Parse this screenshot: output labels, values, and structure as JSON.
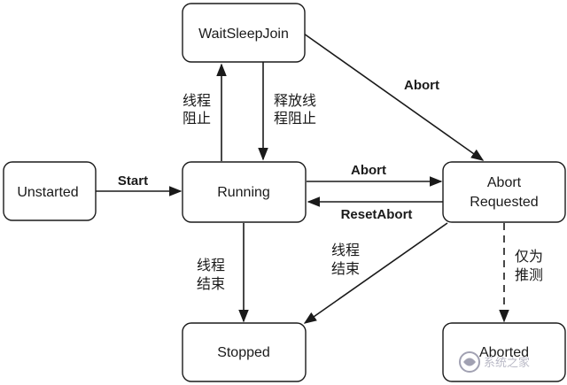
{
  "colors": {
    "stroke": "#1a1a1a",
    "background": "#ffffff",
    "watermark": "#8a8aa0"
  },
  "nodes": {
    "wait_sleep_join": "WaitSleepJoin",
    "unstarted": "Unstarted",
    "running": "Running",
    "abort_requested_line1": "Abort",
    "abort_requested_line2": "Requested",
    "stopped": "Stopped",
    "aborted": "Aborted"
  },
  "edges": {
    "start": "Start",
    "abort_running": "Abort",
    "reset_abort": "ResetAbort",
    "abort_wait": "Abort",
    "block_line1": "线程",
    "block_line2": "阻止",
    "release_line1": "释放线",
    "release_line2": "程阻止",
    "end_running_line1": "线程",
    "end_running_line2": "结束",
    "end_abort_line1": "线程",
    "end_abort_line2": "结束",
    "speculate_line1": "仅为",
    "speculate_line2": "推测"
  },
  "watermark": {
    "icon": "logo-icon",
    "text": "系统之家"
  }
}
